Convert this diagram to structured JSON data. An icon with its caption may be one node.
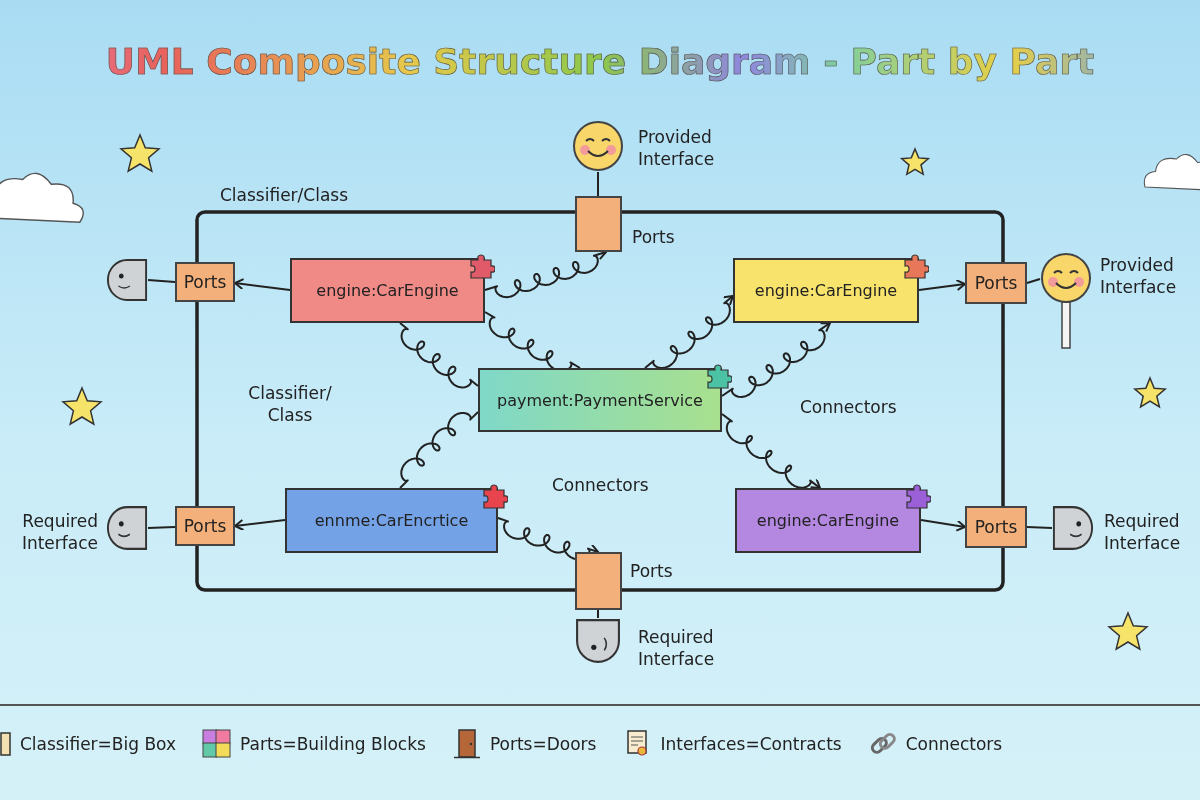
{
  "diagram": {
    "title": "UML Composite Structure Diagram - Part by Part",
    "nodes": [
      {
        "text": [
          "Classifier/Class"
        ]
      },
      {
        "text": [
          "engine:CarEngine"
        ],
        "in": 0
      },
      {
        "text": [
          "engine:CarEngine"
        ],
        "in": 0
      },
      {
        "text": [
          "payment:PaymentService"
        ],
        "in": 0
      },
      {
        "text": [
          "ennme:CarEncrtice"
        ],
        "in": 0
      },
      {
        "text": [
          "engine:CarEngine"
        ],
        "in": 0
      },
      {
        "text": [],
        "shape": "box",
        "beside": [
          "Ports"
        ]
      },
      {
        "text": [
          "Ports"
        ]
      },
      {
        "text": [
          "Ports"
        ]
      },
      {
        "text": [
          "Ports"
        ]
      },
      {
        "text": [
          "Ports"
        ]
      },
      {
        "text": [],
        "shape": "box",
        "beside": [
          "Ports"
        ]
      },
      {
        "text": [],
        "shape": "circle",
        "beside": [
          "Provided Interface"
        ]
      },
      {
        "text": [],
        "shape": "semicircle"
      },
      {
        "text": [],
        "shape": "circle",
        "beside": [
          "Provided Interface"
        ]
      },
      {
        "text": [],
        "shape": "semicircle",
        "beside": [
          "Required Interface"
        ]
      },
      {
        "text": [],
        "shape": "semicircle",
        "beside": [
          "Required Interface"
        ]
      },
      {
        "text": [],
        "shape": "semicircle",
        "beside": [
          "Required Interface"
        ]
      }
    ],
    "edges": [
      {
        "from": 1,
        "to": 7,
        "arrow": "to"
      },
      {
        "from": 7,
        "to": 13,
        "arrow": "none"
      },
      {
        "from": 1,
        "to": 6,
        "arrow": "to"
      },
      {
        "from": 1,
        "to": 3,
        "arrow": "none"
      },
      {
        "from": 1,
        "to": 3,
        "arrow": "none"
      },
      {
        "from": 3,
        "to": 2,
        "arrow": "to"
      },
      {
        "from": 3,
        "to": 2,
        "arrow": "to"
      },
      {
        "from": 2,
        "to": 8,
        "arrow": "to"
      },
      {
        "from": 8,
        "to": 14,
        "arrow": "none"
      },
      {
        "from": 3,
        "to": 5,
        "arrow": "to"
      },
      {
        "from": 3,
        "to": 4,
        "arrow": "none"
      },
      {
        "from": 4,
        "to": 9,
        "arrow": "to"
      },
      {
        "from": 9,
        "to": 15,
        "arrow": "none"
      },
      {
        "from": 4,
        "to": 11,
        "arrow": "to"
      },
      {
        "from": 5,
        "to": 10,
        "arrow": "to"
      },
      {
        "from": 10,
        "to": 16,
        "arrow": "none"
      },
      {
        "from": 12,
        "to": 6,
        "arrow": "none"
      },
      {
        "from": 11,
        "to": 17,
        "arrow": "none"
      }
    ],
    "labels": [
      "Classifier/ Class",
      "Connectors",
      "Connectors"
    ],
    "legend": [
      {
        "text": "Classifier=Big Box"
      },
      {
        "text": "Parts=Building Blocks"
      },
      {
        "text": "Ports=Doors"
      },
      {
        "text": "Interfaces=Contracts"
      },
      {
        "text": "Connectors"
      }
    ]
  }
}
